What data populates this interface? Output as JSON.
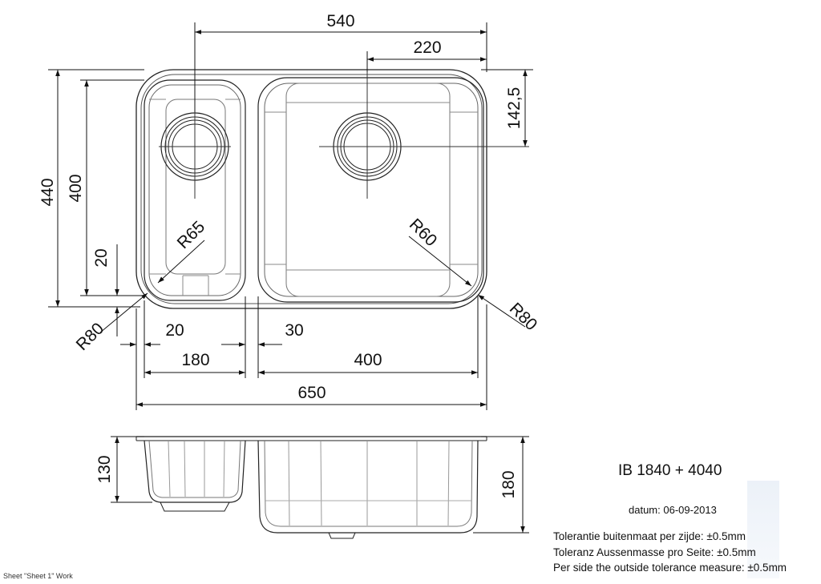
{
  "dimensions": {
    "width_540": "540",
    "drain_offset_220": "220",
    "drain_from_top_142": "142,5",
    "height_440": "440",
    "height_400": "400",
    "rim_20_left": "20",
    "radius_r65": "R65",
    "radius_r60": "R60",
    "radius_r80_left": "R80",
    "radius_r80_right": "R80",
    "gap_20": "20",
    "gap_30": "30",
    "bowl_180": "180",
    "bowl_400": "400",
    "overall_650": "650",
    "depth_130": "130",
    "depth_180": "180"
  },
  "info": {
    "model": "IB 1840 + 4040",
    "date": "datum: 06-09-2013",
    "tolerance_nl": "Tolerantie buitenmaat per zijde: ±0.5mm",
    "tolerance_de": "Toleranz Aussenmasse pro Seite: ±0.5mm",
    "tolerance_en": "Per side the outside tolerance measure: ±0.5mm"
  },
  "footer": "Sheet \"Sheet 1\" Work"
}
